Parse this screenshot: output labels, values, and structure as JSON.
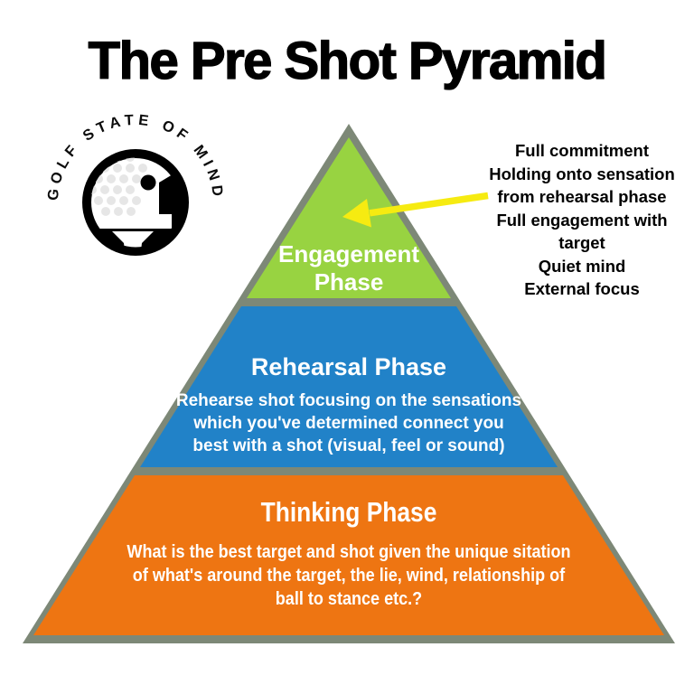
{
  "title": "The Pre Shot Pyramid",
  "logo": {
    "text": "GOLF STATE OF MIND"
  },
  "annotation": {
    "lines": [
      "Full commitment",
      "Holding onto sensation",
      "from rehearsal phase",
      "Full engagement with",
      "target",
      "Quiet mind",
      "External focus"
    ]
  },
  "pyramid": {
    "border_color": "#7d8877",
    "arrow_color": "#f6eb11",
    "levels": [
      {
        "name": "Engagement Phase",
        "label": "Engagement\nPhase",
        "color": "#98d341",
        "description": ""
      },
      {
        "name": "Rehearsal Phase",
        "label": "Rehearsal Phase",
        "color": "#2182c8",
        "description": "Rehearse shot focusing on the sensations\nwhich you've determined connect you\nbest with a shot (visual, feel or sound)"
      },
      {
        "name": "Thinking Phase",
        "label": "Thinking Phase",
        "color": "#ee7512",
        "description": "What is the best target and shot given the unique sitation\nof what's around the target, the lie, wind, relationship of\nball to stance etc.?"
      }
    ]
  }
}
